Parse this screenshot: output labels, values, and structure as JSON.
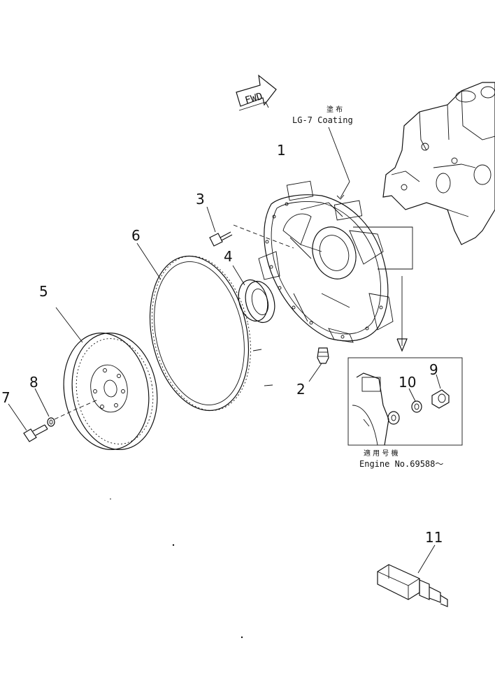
{
  "direction_arrow": {
    "label": "FWD"
  },
  "coating_note": {
    "japanese": "塗 布",
    "text": "LG-7 Coating"
  },
  "applicable_note": {
    "japanese": "適 用 号 機",
    "text": "Engine No.69588～"
  },
  "callouts": [
    {
      "id": "1",
      "part": "flywheel-housing"
    },
    {
      "id": "2",
      "part": "plug"
    },
    {
      "id": "3",
      "part": "bolt"
    },
    {
      "id": "4",
      "part": "oil-seal"
    },
    {
      "id": "5",
      "part": "flywheel"
    },
    {
      "id": "6",
      "part": "ring-gear"
    },
    {
      "id": "7",
      "part": "flywheel-bolt"
    },
    {
      "id": "8",
      "part": "washer"
    },
    {
      "id": "9",
      "part": "plug-fitting"
    },
    {
      "id": "10",
      "part": "gasket"
    },
    {
      "id": "11",
      "part": "tool"
    }
  ]
}
